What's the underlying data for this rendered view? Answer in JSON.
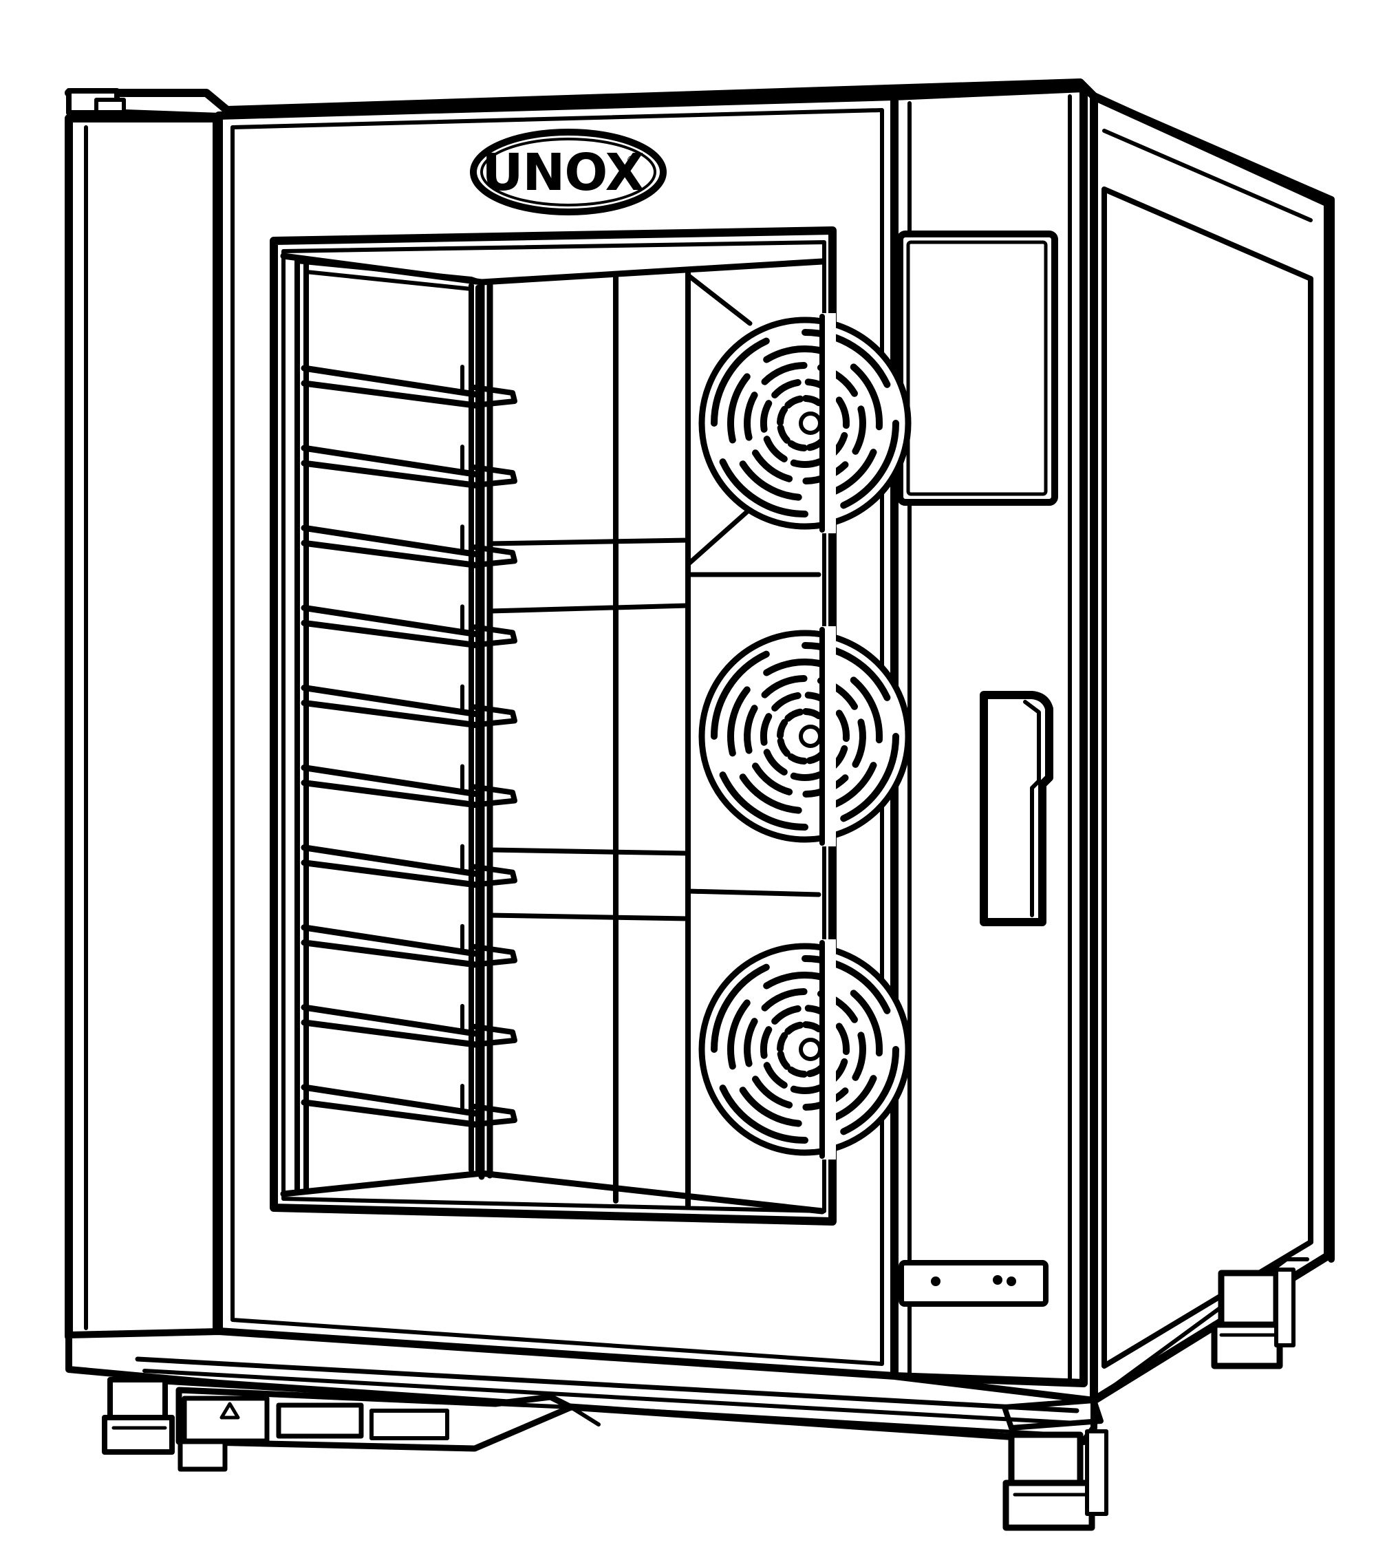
{
  "brand": {
    "logo_text": "UNOX",
    "registered_mark": "®"
  },
  "appliance": {
    "tray_levels": 10,
    "fans": 3
  }
}
